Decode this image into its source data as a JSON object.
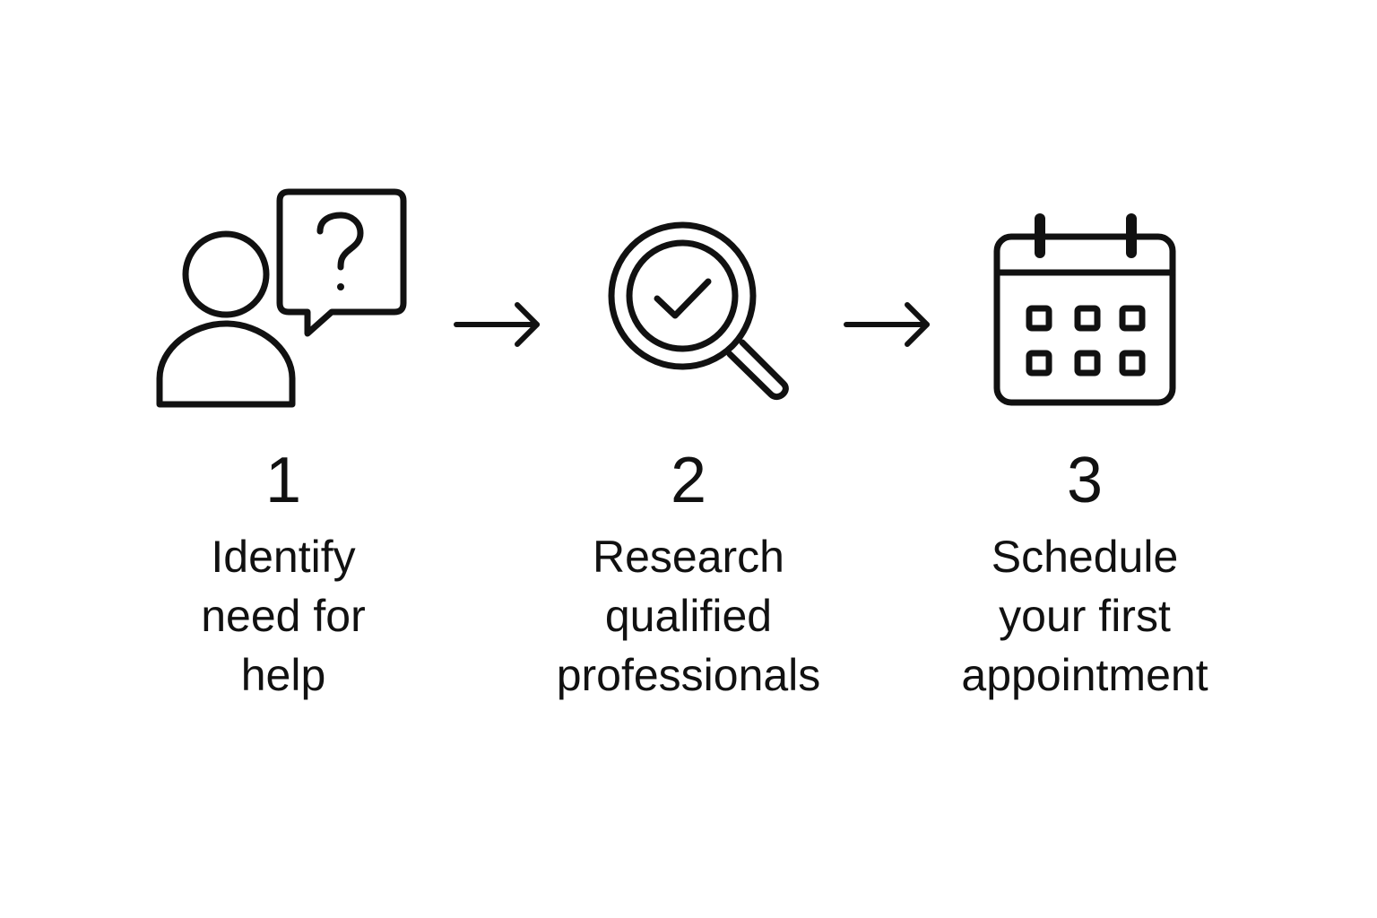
{
  "diagram": {
    "steps": [
      {
        "number": "1",
        "label_lines": [
          "Identify",
          "need for",
          "help"
        ],
        "icon": "person-question-icon"
      },
      {
        "number": "2",
        "label_lines": [
          "Research",
          "qualified",
          "professionals"
        ],
        "icon": "magnifier-check-icon"
      },
      {
        "number": "3",
        "label_lines": [
          "Schedule",
          "your first",
          "appointment"
        ],
        "icon": "calendar-icon"
      }
    ],
    "connectors": [
      "arrow-right-icon",
      "arrow-right-icon"
    ],
    "colors": {
      "stroke": "#111111",
      "background": "#ffffff"
    }
  }
}
